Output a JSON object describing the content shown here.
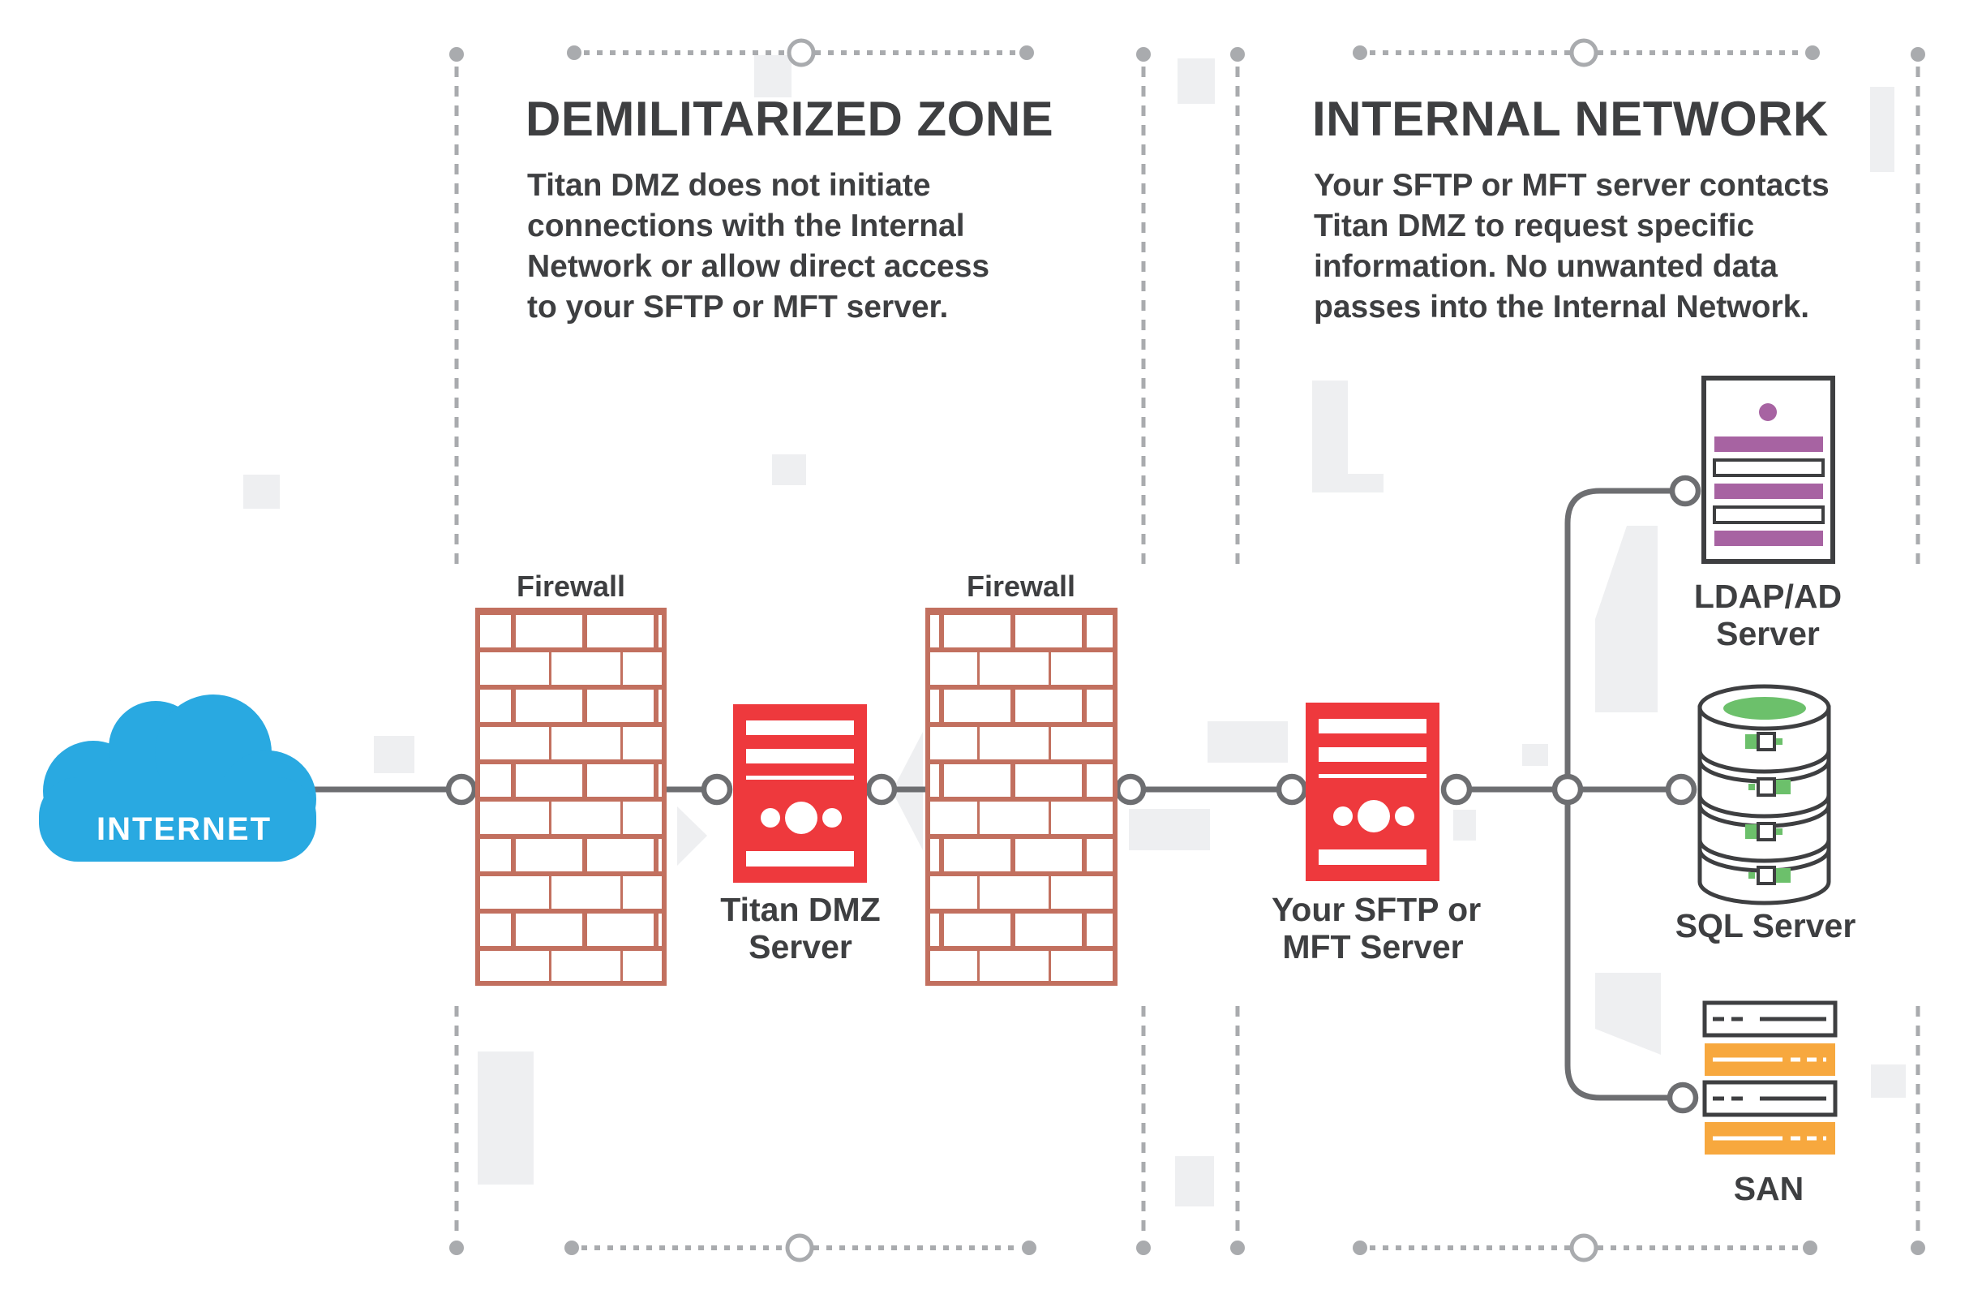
{
  "colors": {
    "red": "#EE393D",
    "brick": "#C2705F",
    "purple": "#A763A2",
    "green": "#6CC06B",
    "orange": "#F7A83E",
    "blue": "#29A9E1",
    "dark": "#3E3F41",
    "line": "#6D6E71",
    "guide": "#A9ABAE",
    "decor": "#EEEFF1"
  },
  "zones": {
    "dmz": {
      "title": "DEMILITARIZED ZONE",
      "description_lines": [
        "Titan DMZ does not initiate",
        "connections with the Internal",
        "Network or allow direct access",
        "to your SFTP or MFT server."
      ]
    },
    "internal": {
      "title": "INTERNAL NETWORK",
      "description_lines": [
        "Your SFTP or MFT server contacts",
        "Titan DMZ to request specific",
        "information. No unwanted data",
        "passes into the Internal Network."
      ]
    }
  },
  "nodes": {
    "internet": {
      "label": "INTERNET"
    },
    "firewall_left": {
      "label": "Firewall"
    },
    "firewall_right": {
      "label": "Firewall"
    },
    "titan_dmz_server": {
      "label_lines": [
        "Titan DMZ",
        "Server"
      ]
    },
    "sftp_mft_server": {
      "label_lines": [
        "Your SFTP or",
        "MFT Server"
      ]
    },
    "ldap_ad_server": {
      "label_lines": [
        "LDAP/AD",
        "Server"
      ]
    },
    "sql_server": {
      "label": "SQL Server"
    },
    "san": {
      "label": "SAN"
    }
  }
}
